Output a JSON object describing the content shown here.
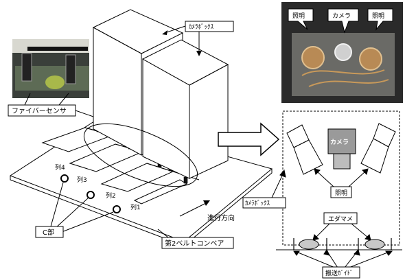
{
  "labels": {
    "camera_box_top": "ｶﾒﾗﾎﾞｯｸｽ",
    "fiber_sensor": "ファイバーセンサ",
    "row4": "列4",
    "row3": "列3",
    "row2": "列2",
    "row1": "列1",
    "c_part": "C部",
    "direction": "進行方向",
    "conveyor": "第2ベルトコンベア",
    "photo_light_left": "照明",
    "photo_camera": "カメラ",
    "photo_light_right": "照明",
    "camera_box_side": "ｶﾒﾗﾎﾞｯｸｽ",
    "camera_body": "カメラ",
    "lighting": "照明",
    "edamame": "エダマメ",
    "guide": "搬送ｶﾞｲﾄﾞ"
  },
  "colors": {
    "line": "#000000",
    "camera_body": "#9a9a9a",
    "camera_lens": "#bdbdbd",
    "bean": "#c8c8c8",
    "photo_bg": "#2a2a2a",
    "photo_green": "#6f8f4f"
  }
}
